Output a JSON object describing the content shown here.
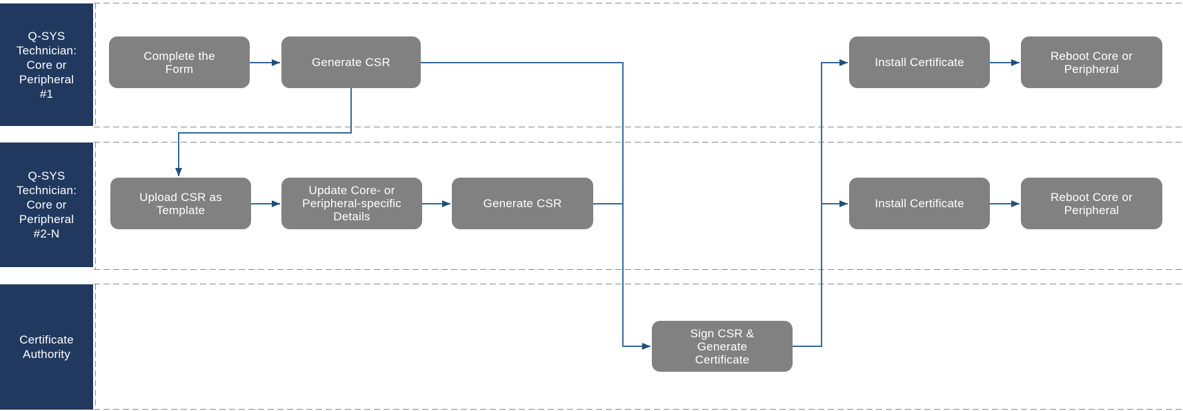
{
  "colors": {
    "lane_fill": "#21395f",
    "node_fill": "#818181",
    "node_text": "#ffffff",
    "lane_text": "#ffffff",
    "connector": "#35689b",
    "arrow": "#1f4e79",
    "dash": "#8a8a8a",
    "bg": "#ffffff"
  },
  "diagram": {
    "lanes": [
      {
        "id": "lane-1",
        "label": "Q-SYS\nTechnician:\nCore or\nPeripheral\n#1"
      },
      {
        "id": "lane-2",
        "label": "Q-SYS\nTechnician:\nCore or\nPeripheral\n#2-N"
      },
      {
        "id": "lane-3",
        "label": "Certificate\nAuthority"
      }
    ],
    "nodes": {
      "complete_form": "Complete the\nForm",
      "generate_csr_1": "Generate CSR",
      "install_certificate_1": "Install Certificate",
      "reboot_1": "Reboot Core or\nPeripheral",
      "upload_csr_template": "Upload CSR as\nTemplate",
      "update_details": "Update Core- or\nPeripheral-specific\nDetails",
      "generate_csr_2": "Generate CSR",
      "install_certificate_2": "Install Certificate",
      "reboot_2": "Reboot Core or\nPeripheral",
      "sign_csr": "Sign CSR &\nGenerate\nCertificate"
    },
    "connections": [
      {
        "from": "complete_form",
        "to": "generate_csr_1",
        "arrow": true
      },
      {
        "from": "generate_csr_1",
        "to": "upload_csr_template",
        "arrow": true
      },
      {
        "from": "generate_csr_1",
        "to": "sign_csr",
        "arrow": true
      },
      {
        "from": "upload_csr_template",
        "to": "update_details",
        "arrow": true
      },
      {
        "from": "update_details",
        "to": "generate_csr_2",
        "arrow": true
      },
      {
        "from": "generate_csr_2",
        "to": "sign_csr",
        "arrow": false
      },
      {
        "from": "sign_csr",
        "to": "install_certificate_1",
        "arrow": true
      },
      {
        "from": "sign_csr",
        "to": "install_certificate_2",
        "arrow": true
      },
      {
        "from": "install_certificate_1",
        "to": "reboot_1",
        "arrow": true
      },
      {
        "from": "install_certificate_2",
        "to": "reboot_2",
        "arrow": true
      }
    ]
  }
}
